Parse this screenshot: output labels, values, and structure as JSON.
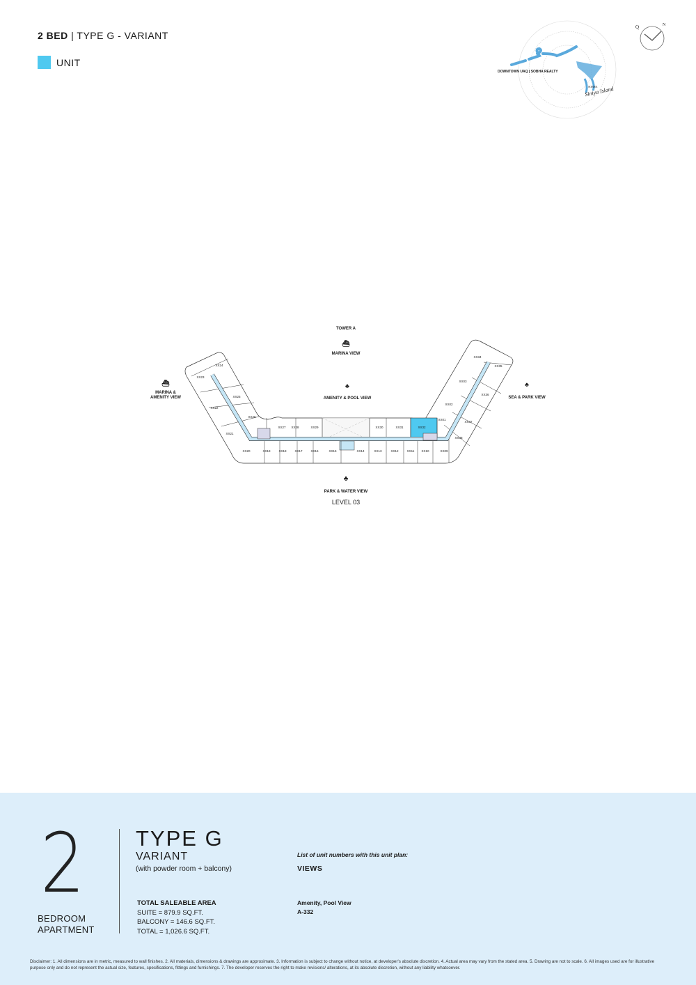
{
  "header": {
    "bed": "2 BED",
    "type": "| TYPE G - VARIANT"
  },
  "legend": {
    "label": "UNIT",
    "color": "#4fc9f0"
  },
  "logo": {
    "tagline": "DOWNTOWN UAQ | SOBHA REALTY",
    "brand": "SOBHA",
    "name": "Siniya Island",
    "compass_q": "Q",
    "compass_n": "N"
  },
  "plan": {
    "tower": "TOWER A",
    "views": {
      "top": "MARINA VIEW",
      "center": "AMENITY & POOL VIEW",
      "left": "MARINA & AMENITY VIEW",
      "right": "SEA & PARK VIEW",
      "bottom": "PARK & WATER VIEW"
    },
    "level": "LEVEL 03",
    "highlight_color": "#4fc9f0",
    "highlighted_unit": "XX32",
    "units_top": [
      "XX27",
      "XX28",
      "XX29",
      "XX30",
      "XX31",
      "XX32"
    ],
    "units_bottom": [
      "XX20",
      "XX19",
      "XX18",
      "XX17",
      "XX16",
      "XX15",
      "XX14",
      "XX13",
      "XX12",
      "XX11",
      "XX10",
      "XX09"
    ],
    "units_left": [
      "XX24",
      "XX23",
      "XX25",
      "XX22",
      "XX26",
      "XX21"
    ],
    "units_right": [
      "XX34",
      "XX35",
      "XX03",
      "XX36",
      "XX02",
      "XX01",
      "XX37",
      "XX38"
    ]
  },
  "summary": {
    "bedrooms": "2",
    "bed_label_1": "BEDROOM",
    "bed_label_2": "APARTMENT",
    "type": "TYPE G",
    "variant": "VARIANT",
    "note": "(with powder room + balcony)",
    "area_title": "TOTAL SALEABLE AREA",
    "suite": "SUITE = 879.9 SQ.FT.",
    "balcony": "BALCONY = 146.6 SQ.FT.",
    "total": "TOTAL = 1,026.6 SQ.FT.",
    "list_label": "List of unit numbers with this unit plan:",
    "views_label": "VIEWS",
    "view_name": "Amenity, Pool View",
    "unit_no": "A-332"
  },
  "disclaimer": "Disclaimer: 1. All dimensions are in metric, measured to wall finishes. 2. All materials, dimensions & drawings are approximate. 3. Information is subject to change without notice, at developer's absolute discretion. 4. Actual area may vary from the stated area. 5. Drawing are not to scale. 6. All images used are for illustrative purpose only and do not represent the actual size, features, specifications, fittings and furnishings. 7. The developer reserves the right to make revisions/ alterations, at its absolute discretion, without any liability whatsoever."
}
